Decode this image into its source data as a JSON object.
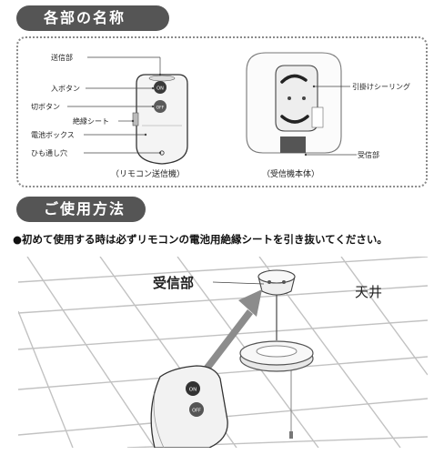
{
  "section1": {
    "title": "各部の名称"
  },
  "remote": {
    "labels": {
      "transmitter": "送信部",
      "on_button": "入ボタン",
      "off_button": "切ボタン",
      "insulation_sheet": "絶縁シート",
      "battery_box": "電池ボックス",
      "string_hole": "ひも通し穴"
    },
    "on": "ON",
    "off": "OFF",
    "caption": "（リモコン送信機）"
  },
  "receiver": {
    "labels": {
      "ceiling": "引掛けシーリング",
      "receiver_part": "受信部"
    },
    "caption": "（受信機本体）"
  },
  "section2": {
    "title": "ご使用方法"
  },
  "note": "●初めて使用する時は必ずリモコンの電池用絶縁シートを引き抜いてください。",
  "illustration": {
    "receiver_label": "受信部",
    "ceiling_label": "天井",
    "on": "ON",
    "off": "OFF"
  }
}
